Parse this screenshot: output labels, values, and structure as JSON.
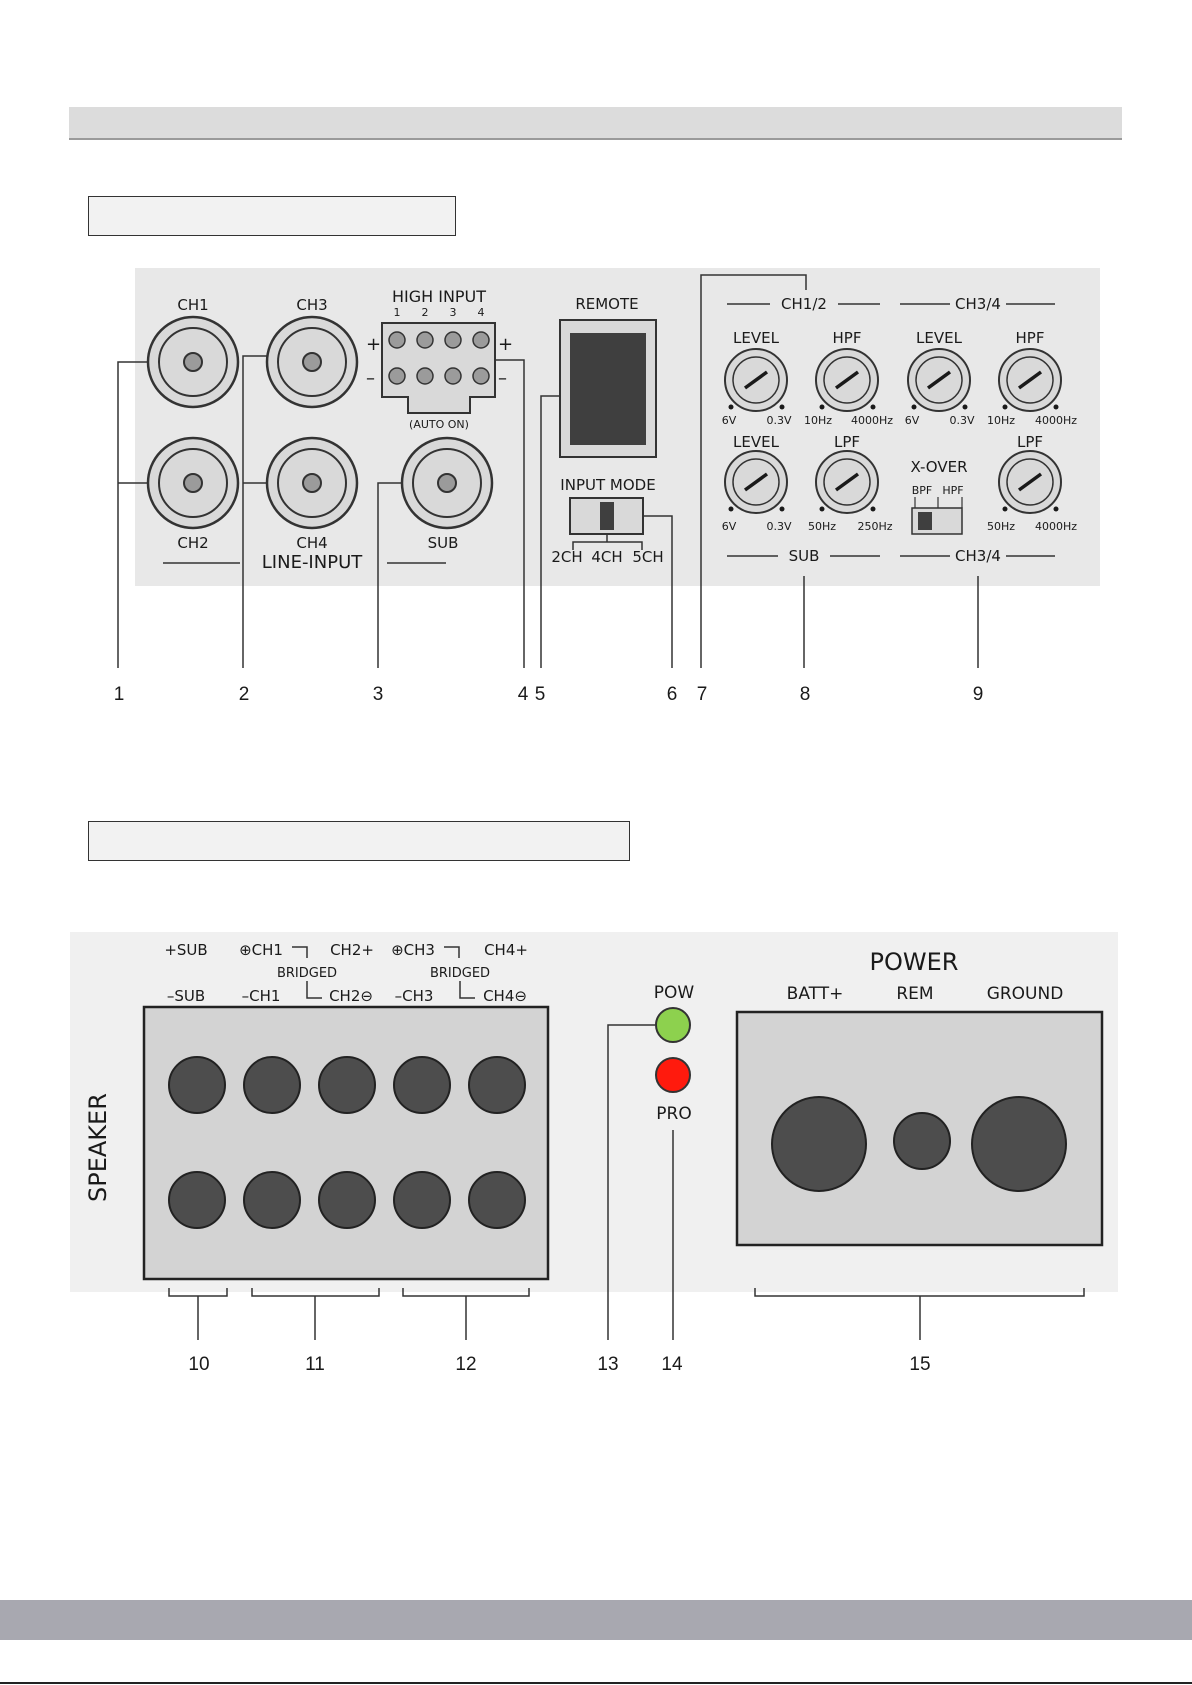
{
  "colors": {
    "panel": "#e6e6e6",
    "jack_dark": "#4d4d4d",
    "terminal_panel": "#d3d3d3",
    "led_pow": "#8dd14e",
    "led_pro": "#ff1a0d"
  },
  "input_panel": {
    "rca": {
      "ch1": "CH1",
      "ch2": "CH2",
      "ch3": "CH3",
      "ch4": "CH4",
      "sub": "SUB",
      "line_input": "LINE-INPUT"
    },
    "high_input": {
      "title": "HIGH INPUT",
      "pins": [
        "1",
        "2",
        "3",
        "4"
      ],
      "plus": "+",
      "minus": "–",
      "auto_on": "(AUTO ON)"
    },
    "remote": "REMOTE",
    "input_mode": {
      "title": "INPUT MODE",
      "options": [
        "2CH",
        "4CH",
        "5CH"
      ]
    },
    "group_ch12": "CH1/2",
    "group_ch34_top": "CH3/4",
    "group_sub": "SUB",
    "group_ch34_bottom": "CH3/4",
    "knobs": {
      "level": "LEVEL",
      "hpf": "HPF",
      "lpf": "LPF",
      "xover": "X-OVER",
      "bpf": "BPF",
      "hpf_small": "HPF",
      "v6": "6V",
      "v03": "0.3V",
      "hz10": "10Hz",
      "hz4000": "4000Hz",
      "hz50": "50Hz",
      "hz250": "250Hz"
    },
    "callouts": [
      "1",
      "2",
      "3",
      "4",
      "5",
      "6",
      "7",
      "8",
      "9"
    ]
  },
  "output_panel": {
    "speaker": "SPEAKER",
    "top_labels": [
      "+SUB",
      "⊕CH1",
      "CH2+",
      "⊕CH3",
      "CH4+"
    ],
    "bridged": "BRIDGED",
    "bottom_labels": [
      "–SUB",
      "–CH1",
      "CH2⊖",
      "–CH3",
      "CH4⊖"
    ],
    "pow": "POW",
    "pro": "PRO",
    "power": {
      "title": "POWER",
      "batt": "BATT+",
      "rem": "REM",
      "ground": "GROUND"
    },
    "callouts": [
      "10",
      "11",
      "12",
      "13",
      "14",
      "15"
    ]
  }
}
